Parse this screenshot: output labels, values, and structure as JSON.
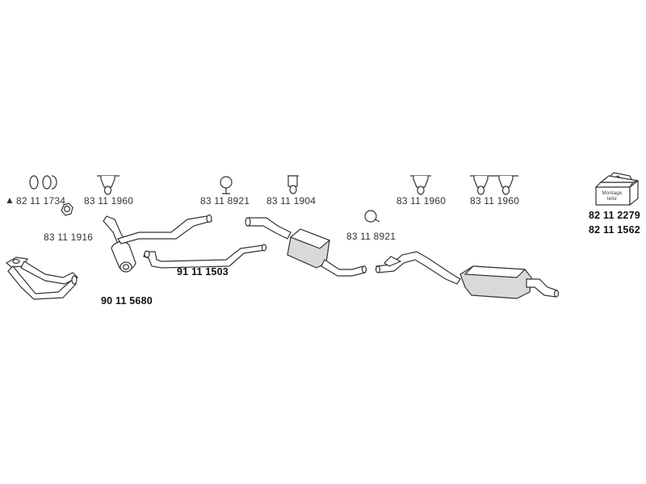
{
  "parts": [
    {
      "id": "gasket-set",
      "number": "82 11 1734",
      "marker": "▲"
    },
    {
      "id": "hanger-1",
      "number": "83 11 1960"
    },
    {
      "id": "ring-1",
      "number": "83 11 1916"
    },
    {
      "id": "clamp-1",
      "number": "83 11 8921"
    },
    {
      "id": "hanger-2",
      "number": "83 11 1904"
    },
    {
      "id": "clamp-2",
      "number": "83 11 8921"
    },
    {
      "id": "hanger-3",
      "number": "83 11 1960"
    },
    {
      "id": "hanger-4",
      "number": "83 11 1960"
    },
    {
      "id": "catalytic-converter",
      "number": "90 11 5680"
    },
    {
      "id": "intermediate-pipe",
      "number": "91 11 1503"
    },
    {
      "id": "mounting-kit",
      "number": "82 11 2279",
      "number2": "82 11 1562",
      "box_text": "Montage teile"
    }
  ]
}
